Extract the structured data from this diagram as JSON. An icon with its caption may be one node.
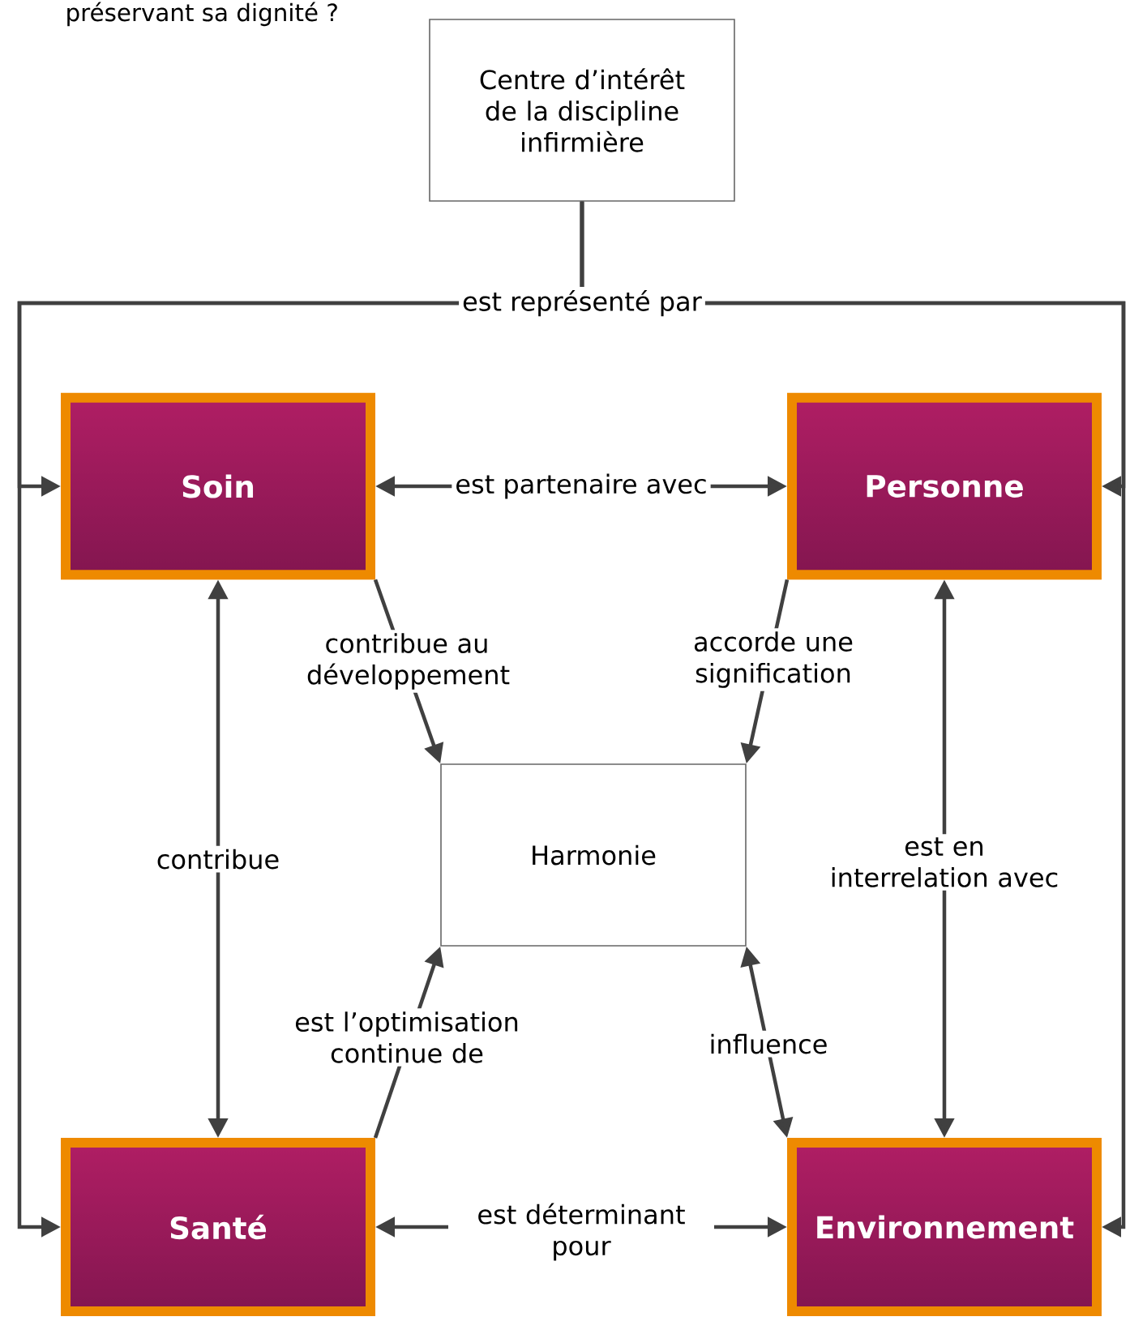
{
  "diagram": {
    "nodes": [
      {
        "text": [
          "Centre d’intérêt de la discipline infirmière"
        ]
      },
      {
        "text": [
          "Soin"
        ]
      },
      {
        "text": [
          "Personne"
        ]
      },
      {
        "text": [
          "Harmonie"
        ]
      },
      {
        "text": [
          "Santé"
        ]
      },
      {
        "text": [
          "Environnement"
        ]
      }
    ],
    "edges": [
      {
        "from": 0,
        "to": 1,
        "arrow": "to",
        "label": "est représenté par"
      },
      {
        "from": 0,
        "to": 2,
        "arrow": "to"
      },
      {
        "from": 0,
        "to": 4,
        "arrow": "to"
      },
      {
        "from": 0,
        "to": 5,
        "arrow": "to"
      },
      {
        "from": 1,
        "to": 2,
        "arrow": "both",
        "label": "est partenaire avec"
      },
      {
        "from": 1,
        "to": 3,
        "arrow": "to",
        "label": "contribue au développement"
      },
      {
        "from": 2,
        "to": 3,
        "arrow": "to",
        "label": "accorde une signification"
      },
      {
        "from": 1,
        "to": 4,
        "arrow": "both",
        "label": "contribue"
      },
      {
        "from": 2,
        "to": 5,
        "arrow": "both",
        "label": "est en interrelation avec"
      },
      {
        "from": 4,
        "to": 3,
        "arrow": "to",
        "label": "est l’optimisation continue de"
      },
      {
        "from": 5,
        "to": 3,
        "arrow": "both",
        "label": "influence"
      },
      {
        "from": 4,
        "to": 5,
        "arrow": "both",
        "label": "est déterminant pour"
      }
    ],
    "labels": [
      "préservant sa dignité ?"
    ]
  }
}
